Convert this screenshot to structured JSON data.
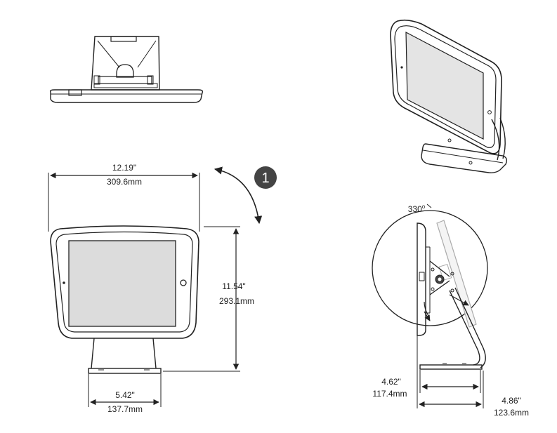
{
  "dimensions": {
    "width_in": "12.19\"",
    "width_mm": "309.6mm",
    "height_in": "11.54\"",
    "height_mm": "293.1mm",
    "base_in": "5.42\"",
    "base_mm": "137.7mm",
    "depth_in": "4.62\"",
    "depth_mm": "117.4mm",
    "reach_in": "4.86\"",
    "reach_mm": "123.6mm",
    "tilt_angle": "330"
  },
  "badge": {
    "number": "1",
    "color": "#444444"
  },
  "colors": {
    "line": "#222222",
    "screen": "#dcdcdc",
    "ghost": "#aaaaaa"
  }
}
